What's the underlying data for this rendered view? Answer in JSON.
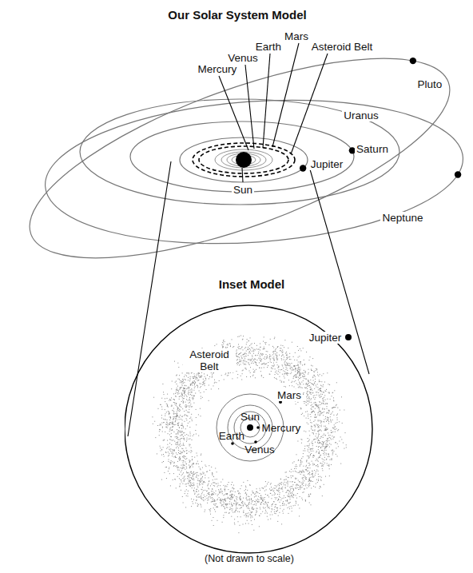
{
  "diagram": {
    "title": "Our Solar System Model",
    "caption": "(Not drawn to scale)",
    "nodes": [
      {
        "text": [
          "Inset Model"
        ]
      }
    ],
    "labels": [
      "Mercury",
      "Venus",
      "Earth",
      "Mars",
      "Asteroid Belt",
      "Pluto",
      "Uranus",
      "Saturn",
      "Jupiter",
      "Sun",
      "Neptune",
      "Jupiter",
      "Asteroid Belt",
      "Mars",
      "Sun",
      "Mercury",
      "Earth",
      "Venus"
    ]
  }
}
